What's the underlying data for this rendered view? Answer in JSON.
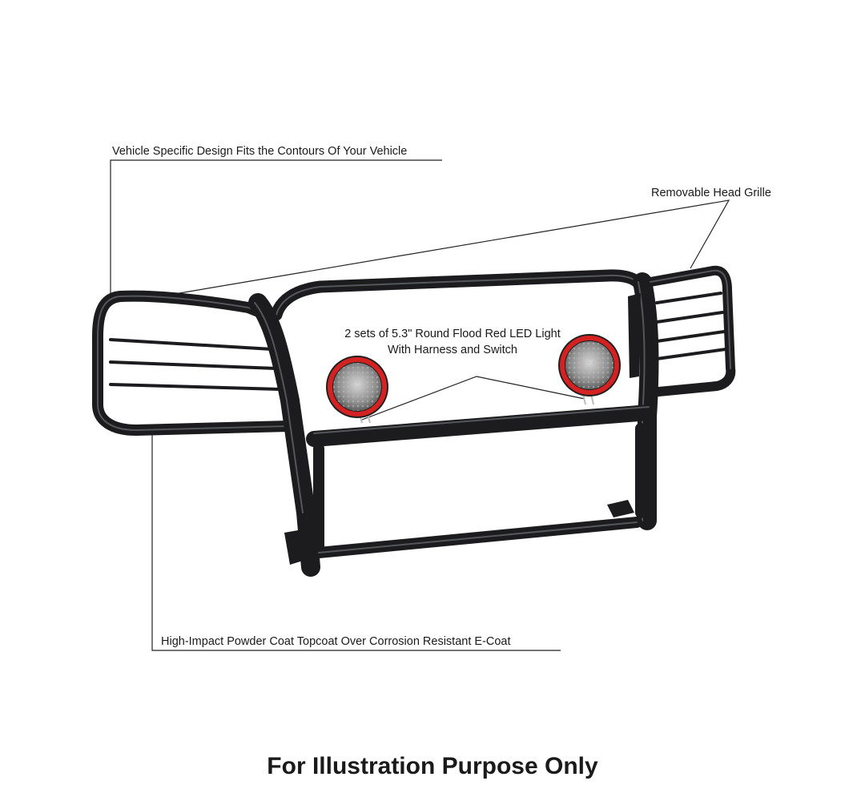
{
  "annotations": {
    "vehicle_specific": "Vehicle Specific Design Fits the Contours Of Your Vehicle",
    "removable_grille": "Removable Head Grille",
    "led_light_line1": "2 sets of 5.3\" Round Flood Red LED Light",
    "led_light_line2": "With Harness and Switch",
    "powder_coat": "High-Impact Powder Coat Topcoat Over Corrosion Resistant E-Coat"
  },
  "footer": {
    "note": "For Illustration Purpose Only"
  },
  "colors": {
    "guard_metal": "#1c1c1e",
    "guard_highlight": "#55565a",
    "light_ring": "#d42222",
    "light_lens": "#9a9a9a",
    "leader_line": "#222222"
  },
  "icons": {
    "product": "grille-guard-illustration",
    "lights": "round-led-light-icon"
  }
}
